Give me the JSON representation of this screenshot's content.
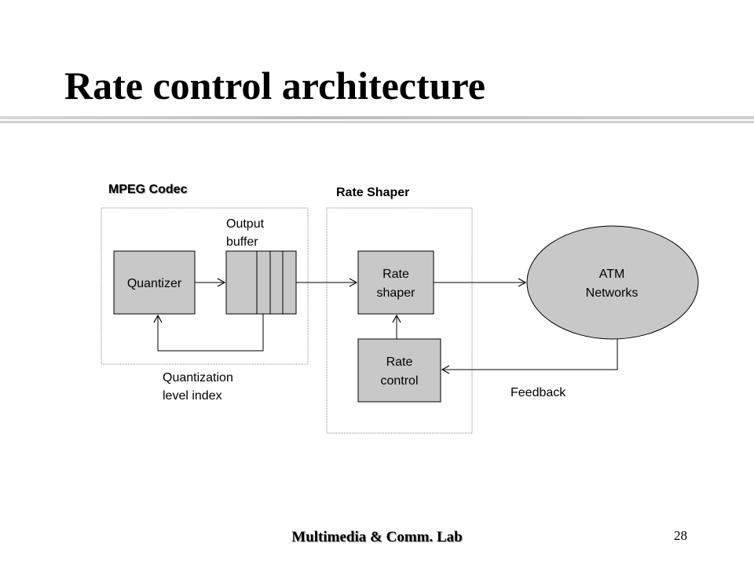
{
  "slide": {
    "title": "Rate control architecture",
    "footer": "Multimedia & Comm. Lab",
    "page_number": "28"
  },
  "diagram": {
    "groups": {
      "mpeg_codec": "MPEG Codec",
      "rate_shaper": "Rate Shaper"
    },
    "nodes": {
      "quantizer": "Quantizer",
      "output_buffer_line1": "Output",
      "output_buffer_line2": "buffer",
      "rate_shaper_line1": "Rate",
      "rate_shaper_line2": "shaper",
      "rate_control_line1": "Rate",
      "rate_control_line2": "control",
      "atm_line1": "ATM",
      "atm_line2": "Networks"
    },
    "edge_labels": {
      "quantization_line1": "Quantization",
      "quantization_line2": "level index",
      "feedback": "Feedback"
    }
  },
  "colors": {
    "box_fill": "#c8c8c8",
    "stroke": "#000000",
    "group_border": "#888888"
  }
}
